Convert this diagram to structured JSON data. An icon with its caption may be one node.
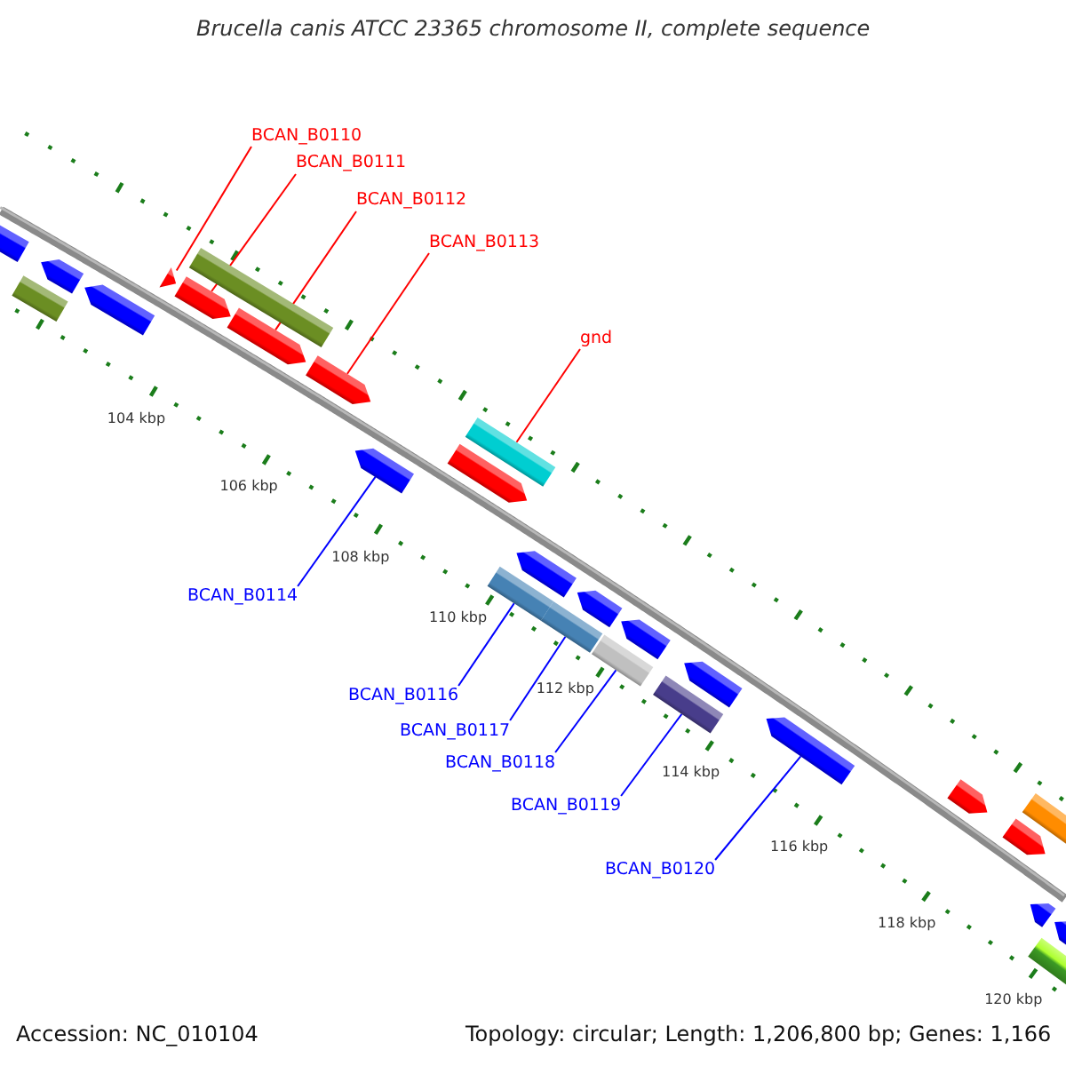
{
  "diagram": {
    "title": "Brucella canis ATCC 23365 chromosome II, complete sequence",
    "nodes": [
      {
        "text": [
          "BCAN_B0110"
        ]
      },
      {
        "text": [
          "BCAN_B0111"
        ]
      },
      {
        "text": [
          "BCAN_B0112"
        ]
      },
      {
        "text": [
          "BCAN_B0113"
        ]
      },
      {
        "text": [
          "gnd"
        ]
      },
      {
        "text": [
          "BCAN_B0114"
        ]
      },
      {
        "text": [
          "BCAN_B0116"
        ]
      },
      {
        "text": [
          "BCAN_B0117"
        ]
      },
      {
        "text": [
          "BCAN_B0118"
        ]
      },
      {
        "text": [
          "BCAN_B0119"
        ]
      },
      {
        "text": [
          "BCAN_B0120"
        ]
      },
      {
        "text": [],
        "shape": "pentagon"
      },
      {
        "text": [],
        "shape": "bar"
      },
      {
        "text": [],
        "shape": "pentagon"
      },
      {
        "text": [],
        "shape": "pentagon"
      },
      {
        "text": [],
        "shape": "pentagon"
      },
      {
        "text": [],
        "shape": "pentagon"
      },
      {
        "text": [],
        "shape": "bar"
      },
      {
        "text": [],
        "shape": "pentagon"
      },
      {
        "text": [],
        "shape": "pentagon"
      },
      {
        "text": [],
        "shape": "pentagon"
      },
      {
        "text": [],
        "shape": "pentagon"
      },
      {
        "text": [],
        "shape": "bar"
      },
      {
        "text": [],
        "shape": "bar"
      },
      {
        "text": [],
        "shape": "pentagon"
      },
      {
        "text": [],
        "shape": "bar"
      },
      {
        "text": [],
        "shape": "pentagon"
      },
      {
        "text": [],
        "shape": "bar"
      },
      {
        "text": [],
        "shape": "pentagon"
      },
      {
        "text": [],
        "shape": "bar"
      },
      {
        "text": [],
        "shape": "pentagon"
      },
      {
        "text": [],
        "shape": "pentagon"
      },
      {
        "text": [],
        "shape": "pentagon"
      },
      {
        "text": [],
        "shape": "pentagon"
      },
      {
        "text": [],
        "shape": "bar"
      },
      {
        "text": [],
        "shape": "pentagon"
      },
      {
        "text": [],
        "shape": "bar"
      },
      {
        "text": [],
        "shape": "pentagon"
      }
    ],
    "edges": [
      {
        "from": 0,
        "to": 15,
        "arrow": "none",
        "color": "#ff0000"
      },
      {
        "from": 1,
        "to": 16,
        "arrow": "none",
        "color": "#ff0000"
      },
      {
        "from": 2,
        "to": 18,
        "arrow": "none",
        "color": "#ff0000"
      },
      {
        "from": 3,
        "to": 19,
        "arrow": "none",
        "color": "#ff0000"
      },
      {
        "from": 4,
        "to": 22,
        "arrow": "none",
        "color": "#ff0000"
      },
      {
        "from": 5,
        "to": 20,
        "arrow": "none"
      },
      {
        "from": 6,
        "to": 23,
        "arrow": "none"
      },
      {
        "from": 7,
        "to": 25,
        "arrow": "none"
      },
      {
        "from": 8,
        "to": 27,
        "arrow": "none"
      },
      {
        "from": 9,
        "to": 29,
        "arrow": "none"
      },
      {
        "from": 10,
        "to": 31,
        "arrow": "none"
      }
    ],
    "labels": [
      "104 kbp",
      "106 kbp",
      "108 kbp",
      "110 kbp",
      "112 kbp",
      "114 kbp",
      "116 kbp",
      "118 kbp",
      "120 kbp",
      "Accession: NC_010104",
      "Topology: circular; Length: 1,206,800 bp; Genes: 1,166"
    ]
  }
}
